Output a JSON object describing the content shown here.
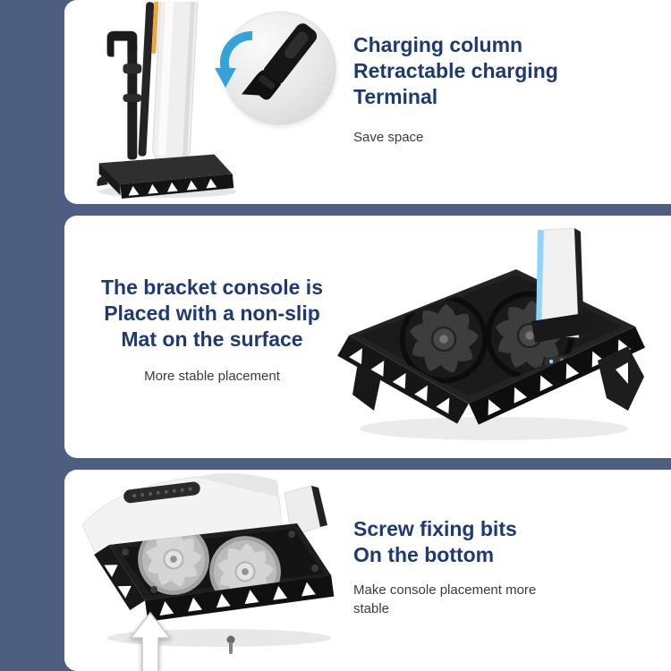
{
  "colors": {
    "page-bg": "#4d5e80",
    "panel-bg": "#ffffff",
    "heading": "#1d3a75",
    "body-text": "#3b3b3b",
    "arrow-blue": "#35a3d9",
    "console-glow-blue": "#8fd4ff",
    "orange-accent": "#f2a33c"
  },
  "icons": {
    "curved_arrow": "curved-arrow-icon",
    "up_arrow": "up-arrow-icon",
    "zoom_detail": "zoom-detail-circle"
  },
  "panels": {
    "charging_column": {
      "title_lines": [
        "Charging column",
        "Retractable charging",
        "Terminal"
      ],
      "subtitle": "Save space"
    },
    "bracket_console": {
      "title_lines": [
        "The bracket console is",
        "Placed with a non-slip",
        "Mat on the surface"
      ],
      "subtitle": "More stable placement"
    },
    "screw_fixing": {
      "title_lines": [
        "Screw fixing bits",
        "On the bottom"
      ],
      "subtitle_lines": [
        "Make console placement more",
        "stable"
      ]
    }
  }
}
